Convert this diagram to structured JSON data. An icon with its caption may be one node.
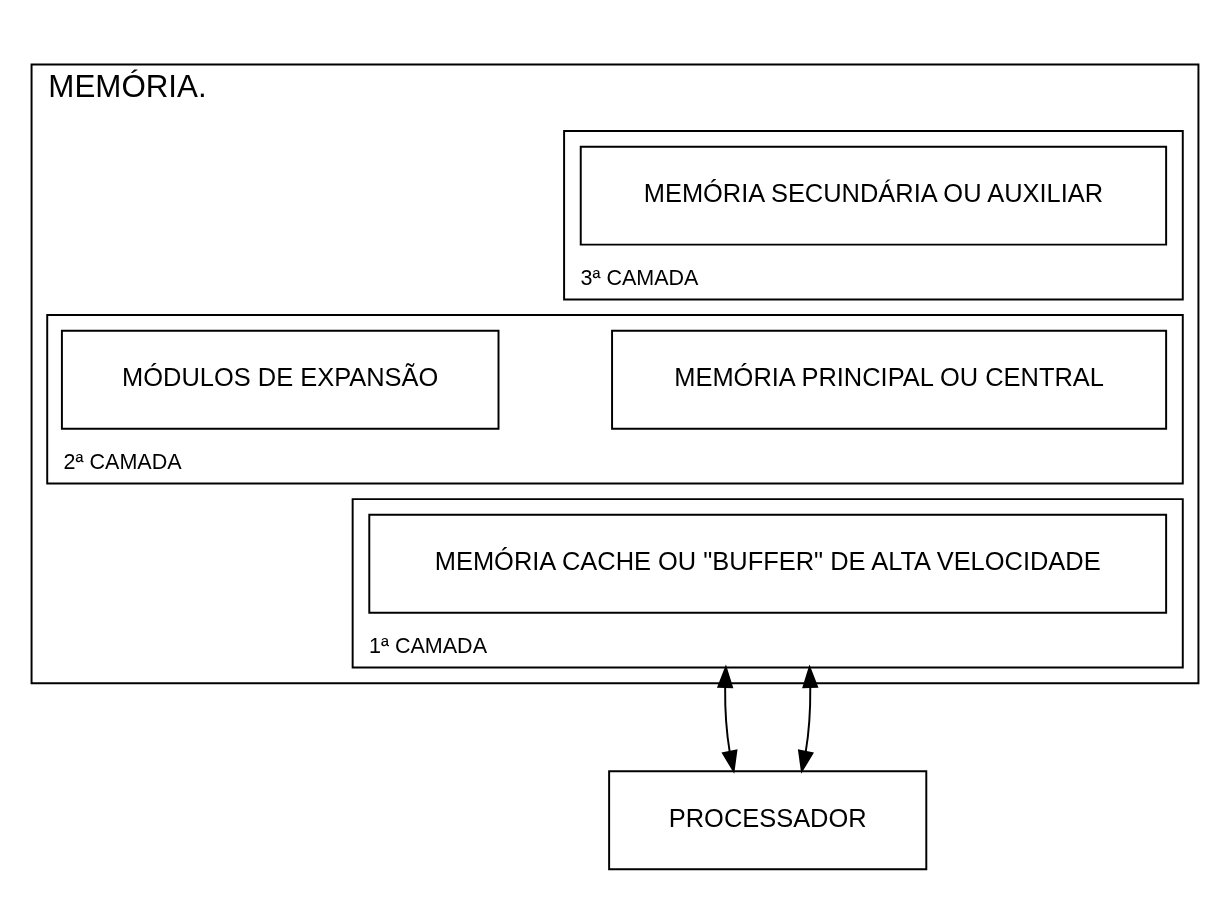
{
  "diagram": {
    "nodes": [
      {
        "text": [
          "MEMÓRIA."
        ]
      },
      {
        "text": [
          "3ª CAMADA"
        ],
        "in": 0
      },
      {
        "text": [
          "MEMÓRIA SECUNDÁRIA OU AUXILIAR"
        ],
        "in": 1
      },
      {
        "text": [
          "2ª CAMADA"
        ],
        "in": 0
      },
      {
        "text": [
          "MEMÓRIA PRINCIPAL OU CENTRAL"
        ],
        "in": 3
      },
      {
        "text": [
          "MÓDULOS DE EXPANSÃO"
        ],
        "in": 3
      },
      {
        "text": [
          "1ª CAMADA"
        ],
        "in": 0
      },
      {
        "text": [
          "MEMÓRIA CACHE OU \"BUFFER\" DE ALTA VELOCIDADE"
        ],
        "in": 6
      },
      {
        "text": [
          "PROCESSADOR"
        ]
      }
    ],
    "edges": [
      {
        "from": 6,
        "to": 8,
        "arrow": "both"
      },
      {
        "from": 6,
        "to": 8,
        "arrow": "both"
      }
    ]
  }
}
